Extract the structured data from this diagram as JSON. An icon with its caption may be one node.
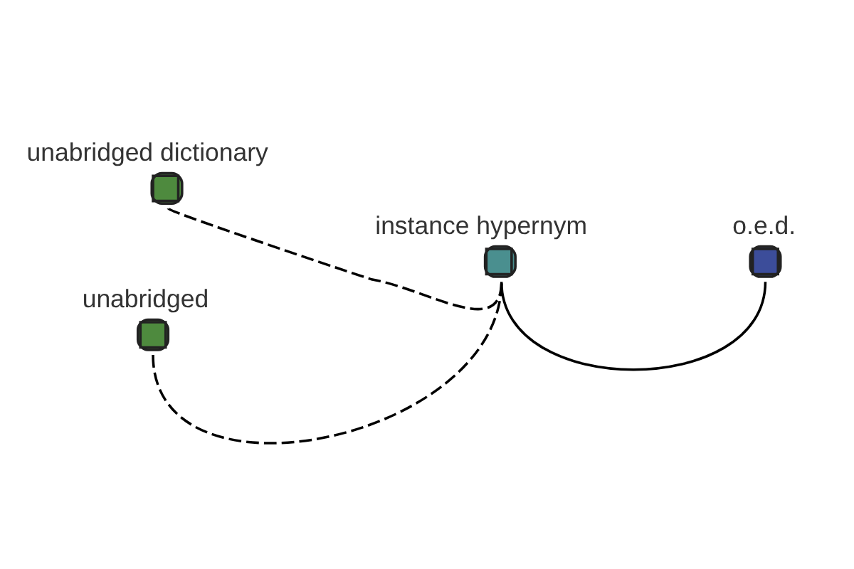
{
  "diagram": {
    "nodes": [
      {
        "text": [
          "unabridged dictionary"
        ]
      },
      {
        "text": [
          "instance hypernym"
        ]
      },
      {
        "text": [
          "unabridged"
        ]
      },
      {
        "text": [
          "o.e.d."
        ]
      }
    ],
    "edges": [
      {
        "from": 0,
        "to": 1,
        "arrow": "none",
        "style": "dashed"
      },
      {
        "from": 2,
        "to": 1,
        "arrow": "none",
        "style": "dashed"
      },
      {
        "from": 1,
        "to": 3,
        "arrow": "none"
      }
    ]
  }
}
